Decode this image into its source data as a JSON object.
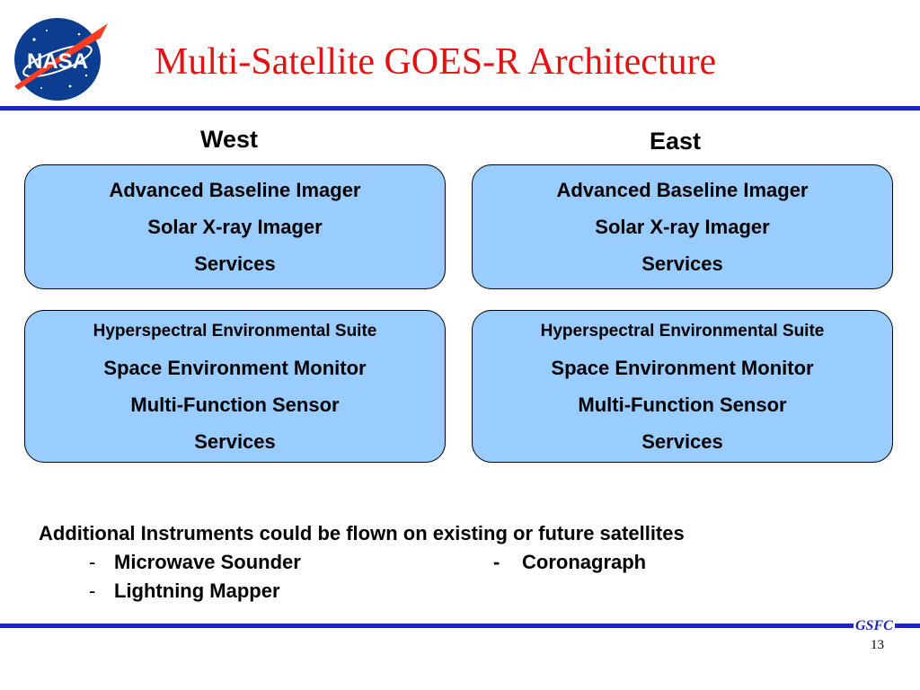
{
  "title": "Multi-Satellite GOES-R Architecture",
  "logo": {
    "text": "NASA"
  },
  "columns": {
    "west": {
      "heading": "West",
      "box1": [
        "Advanced Baseline Imager",
        "Solar X-ray Imager",
        "Services"
      ],
      "box2": [
        "Hyperspectral Environmental Suite",
        "Space Environment Monitor",
        "Multi-Function Sensor",
        "Services"
      ]
    },
    "east": {
      "heading": "East",
      "box1": [
        "Advanced Baseline Imager",
        "Solar X-ray Imager",
        "Services"
      ],
      "box2": [
        "Hyperspectral Environmental Suite",
        "Space Environment Monitor",
        "Multi-Function Sensor",
        "Services"
      ]
    }
  },
  "additional": {
    "heading": "Additional Instruments could be flown on existing or future satellites",
    "items": [
      "Microwave Sounder",
      "Coronagraph",
      "Lightning Mapper"
    ],
    "bullet": "-"
  },
  "footer": {
    "org": "GSFC",
    "page": "13"
  },
  "colors": {
    "title": "#e31212",
    "rule": "#1e26b4",
    "box_fill": "#99ccff"
  }
}
